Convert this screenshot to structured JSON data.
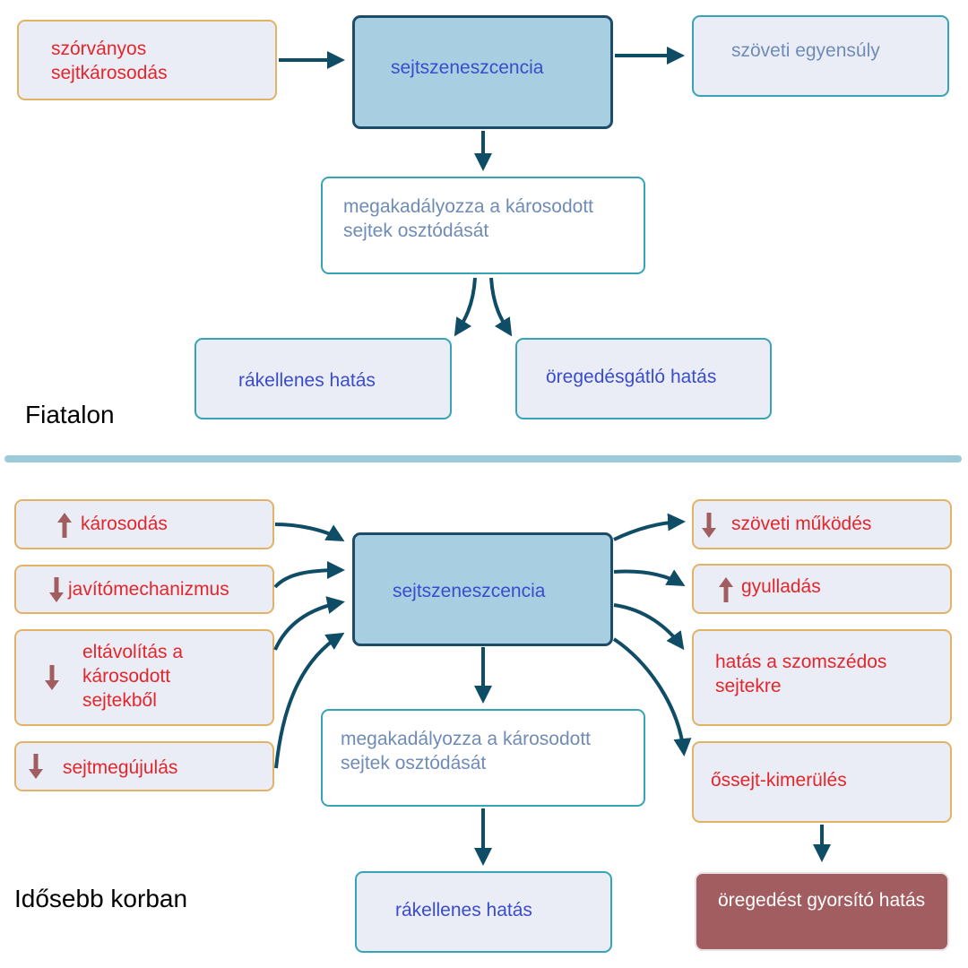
{
  "colors": {
    "damage_text": "#e3262b",
    "result_text": "#3a4ccc",
    "muted_text": "#6f8cb7",
    "center_fill": "#a7cfe1",
    "center_border": "#1d4c68",
    "orange_border": "#e2b266",
    "teal_border": "#37a3b6",
    "aging_box": "#a15d60",
    "arrow": "#0f4c66",
    "indicator": "#a15d60"
  },
  "young": {
    "label": "Fiatalon",
    "cause": "szórványos sejtkárosodás",
    "center": "sejtszeneszcencia",
    "outcome": "szöveti egyensúly",
    "block": "megakadályozza a károsodott sejtek osztódását",
    "effect_left": "rákellenes hatás",
    "effect_right": "öregedésgátló hatás"
  },
  "old": {
    "label": "Idősebb korban",
    "center": "sejtszeneszcencia",
    "inputs": [
      {
        "text": "károsodás",
        "direction": "up"
      },
      {
        "text": "javítómechanizmus",
        "direction": "down"
      },
      {
        "text": "eltávolítás a károsodott sejtekből",
        "direction": "down"
      },
      {
        "text": "sejtmegújulás",
        "direction": "down"
      }
    ],
    "outputs": [
      {
        "text": "szöveti működés",
        "direction": "down"
      },
      {
        "text": "gyulladás",
        "direction": "up"
      },
      {
        "text": "hatás a szomszédos sejtekre",
        "direction": "none"
      },
      {
        "text": "őssejt-kimerülés",
        "direction": "none"
      }
    ],
    "block": "megakadályozza a károsodott sejtek osztódását",
    "effect": "rákellenes hatás",
    "aging_effect": "öregedést gyorsító hatás"
  }
}
